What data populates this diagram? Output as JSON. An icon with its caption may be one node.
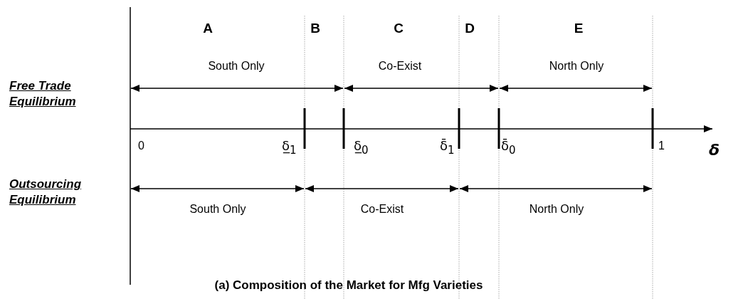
{
  "diagram": {
    "caption": "(a)  Composition of the Market for Mfg Varieties",
    "labels": [
      "A",
      "B",
      "C",
      "D",
      "E",
      "South Only",
      "Co-Exist",
      "North Only",
      "Free Trade Equilibrium",
      "0",
      "δ̲$_{1}$",
      "δ̲$_{0}$",
      "δ̄$_{1}$",
      "δ̄$_{0}$",
      "1",
      "δ",
      "Outsourcing Equilibrium",
      "South Only",
      "Co-Exist",
      "North Only"
    ]
  }
}
